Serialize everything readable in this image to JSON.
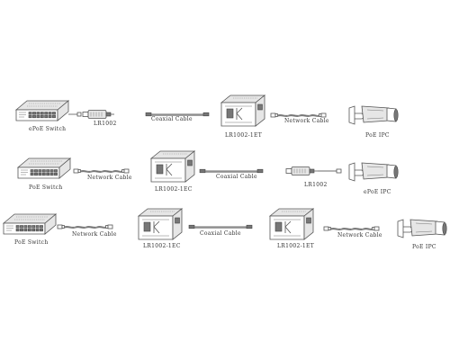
{
  "rows": [
    {
      "devices": [
        {
          "name": "ePoE  Switch"
        },
        {
          "name": "LR1002"
        },
        {
          "name": "LR1002-1ET"
        },
        {
          "name": "PoE  IPC"
        }
      ],
      "cables": [
        {
          "name": "Coaxial  Cable"
        },
        {
          "name": "Network  Cable"
        }
      ]
    },
    {
      "devices": [
        {
          "name": "PoE  Switch"
        },
        {
          "name": "LR1002-1EC"
        },
        {
          "name": "LR1002"
        },
        {
          "name": "ePoE  IPC"
        }
      ],
      "cables": [
        {
          "name": "Network  Cable"
        },
        {
          "name": "Coaxial  Cable"
        }
      ]
    },
    {
      "devices": [
        {
          "name": "PoE  Switch"
        },
        {
          "name": "LR1002-1EC"
        },
        {
          "name": "LR1002-1ET"
        },
        {
          "name": "PoE  IPC"
        }
      ],
      "cables": [
        {
          "name": "Network  Cable"
        },
        {
          "name": "Coaxial  Cable"
        },
        {
          "name": "Network  Cable"
        }
      ]
    }
  ]
}
